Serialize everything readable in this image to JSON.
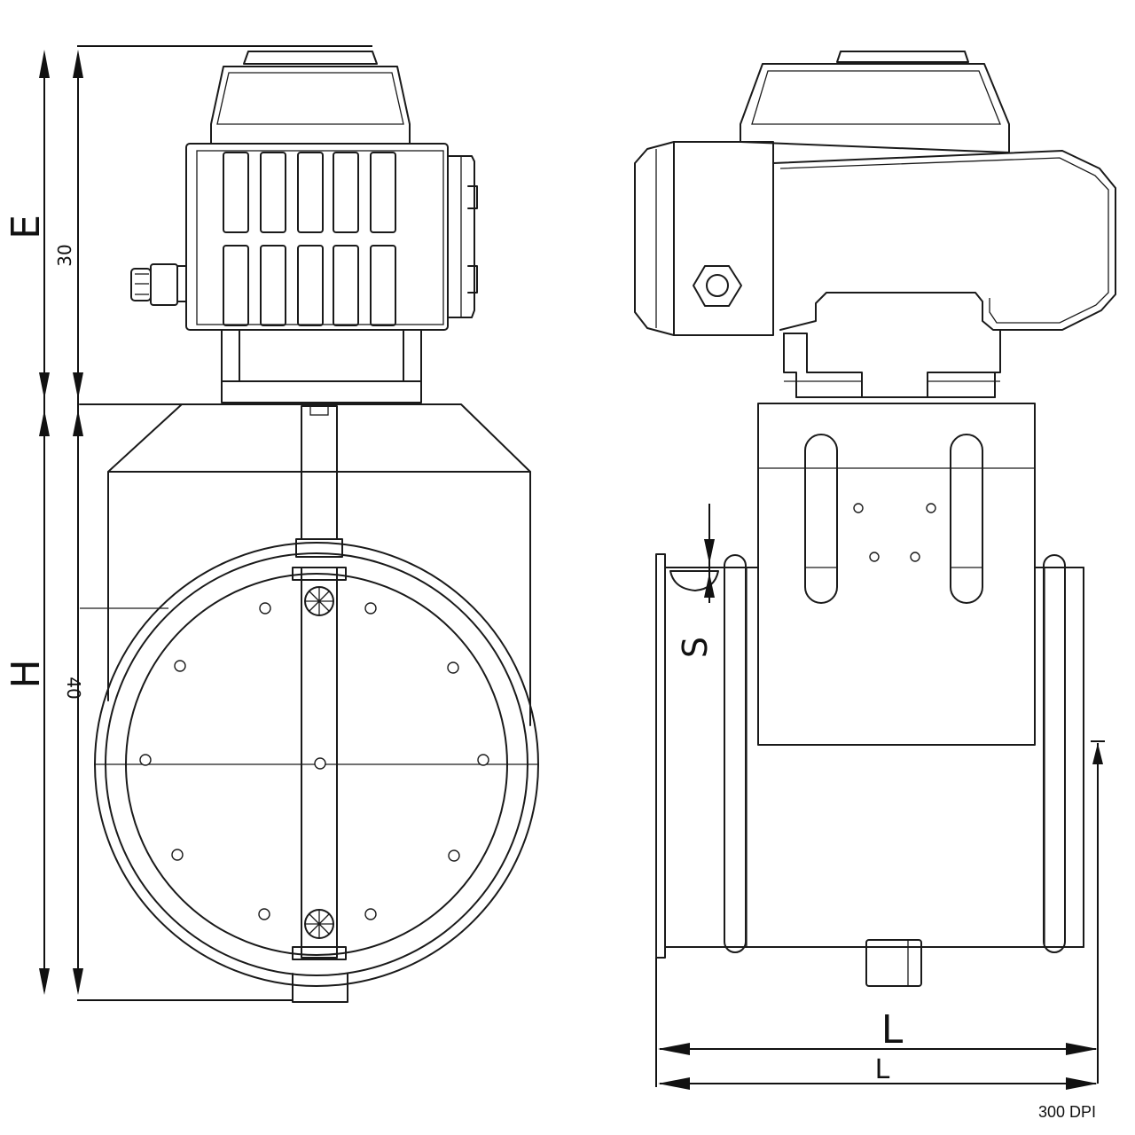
{
  "labels": {
    "dim_e": "E",
    "dim_e_value": "30",
    "dim_h": "H",
    "dim_h_value": "40",
    "dim_s": "S",
    "dim_l_upper": "L",
    "dim_l_lower": "L",
    "resolution": "300 DPI"
  },
  "colors": {
    "line": "#1a1a1a",
    "background": "#ffffff"
  }
}
